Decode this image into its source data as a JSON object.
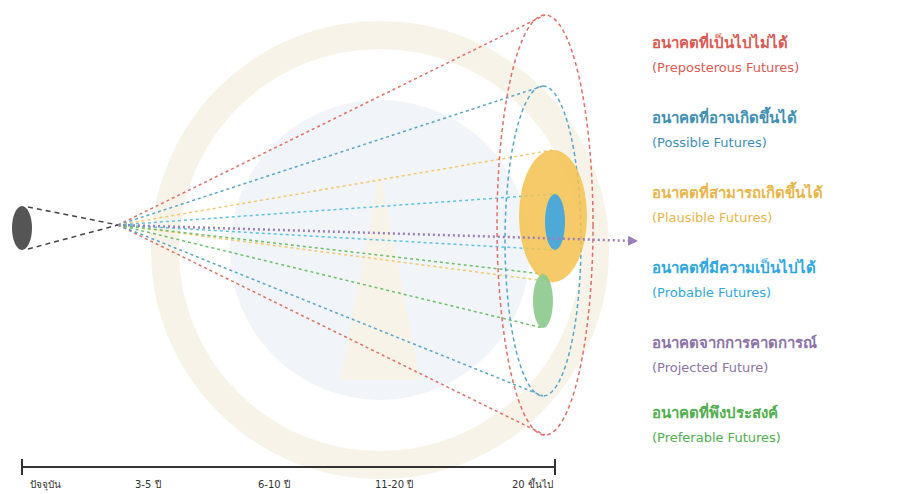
{
  "diagram": {
    "labels": [
      "อนาคตที่เป็นไปไม่ได้",
      "(Preposterous Futures)",
      "อนาคตที่อาจเกิดขึ้นได้",
      "(Possible Futures)",
      "อนาคตที่สามารถเกิดขึ้นได้",
      "(Plausible Futures)",
      "อนาคตที่มีความเป็นไปได้",
      "(Probable Futures)",
      "อนาคตจากการคาดการณ์",
      "(Projected Future)",
      "อนาคตที่พึงประสงค์",
      "(Preferable Futures)",
      "ปัจจุบัน",
      "3-5 ปี",
      "6-10 ปี",
      "11-20 ปี",
      "20 ขึ้นไป"
    ]
  }
}
